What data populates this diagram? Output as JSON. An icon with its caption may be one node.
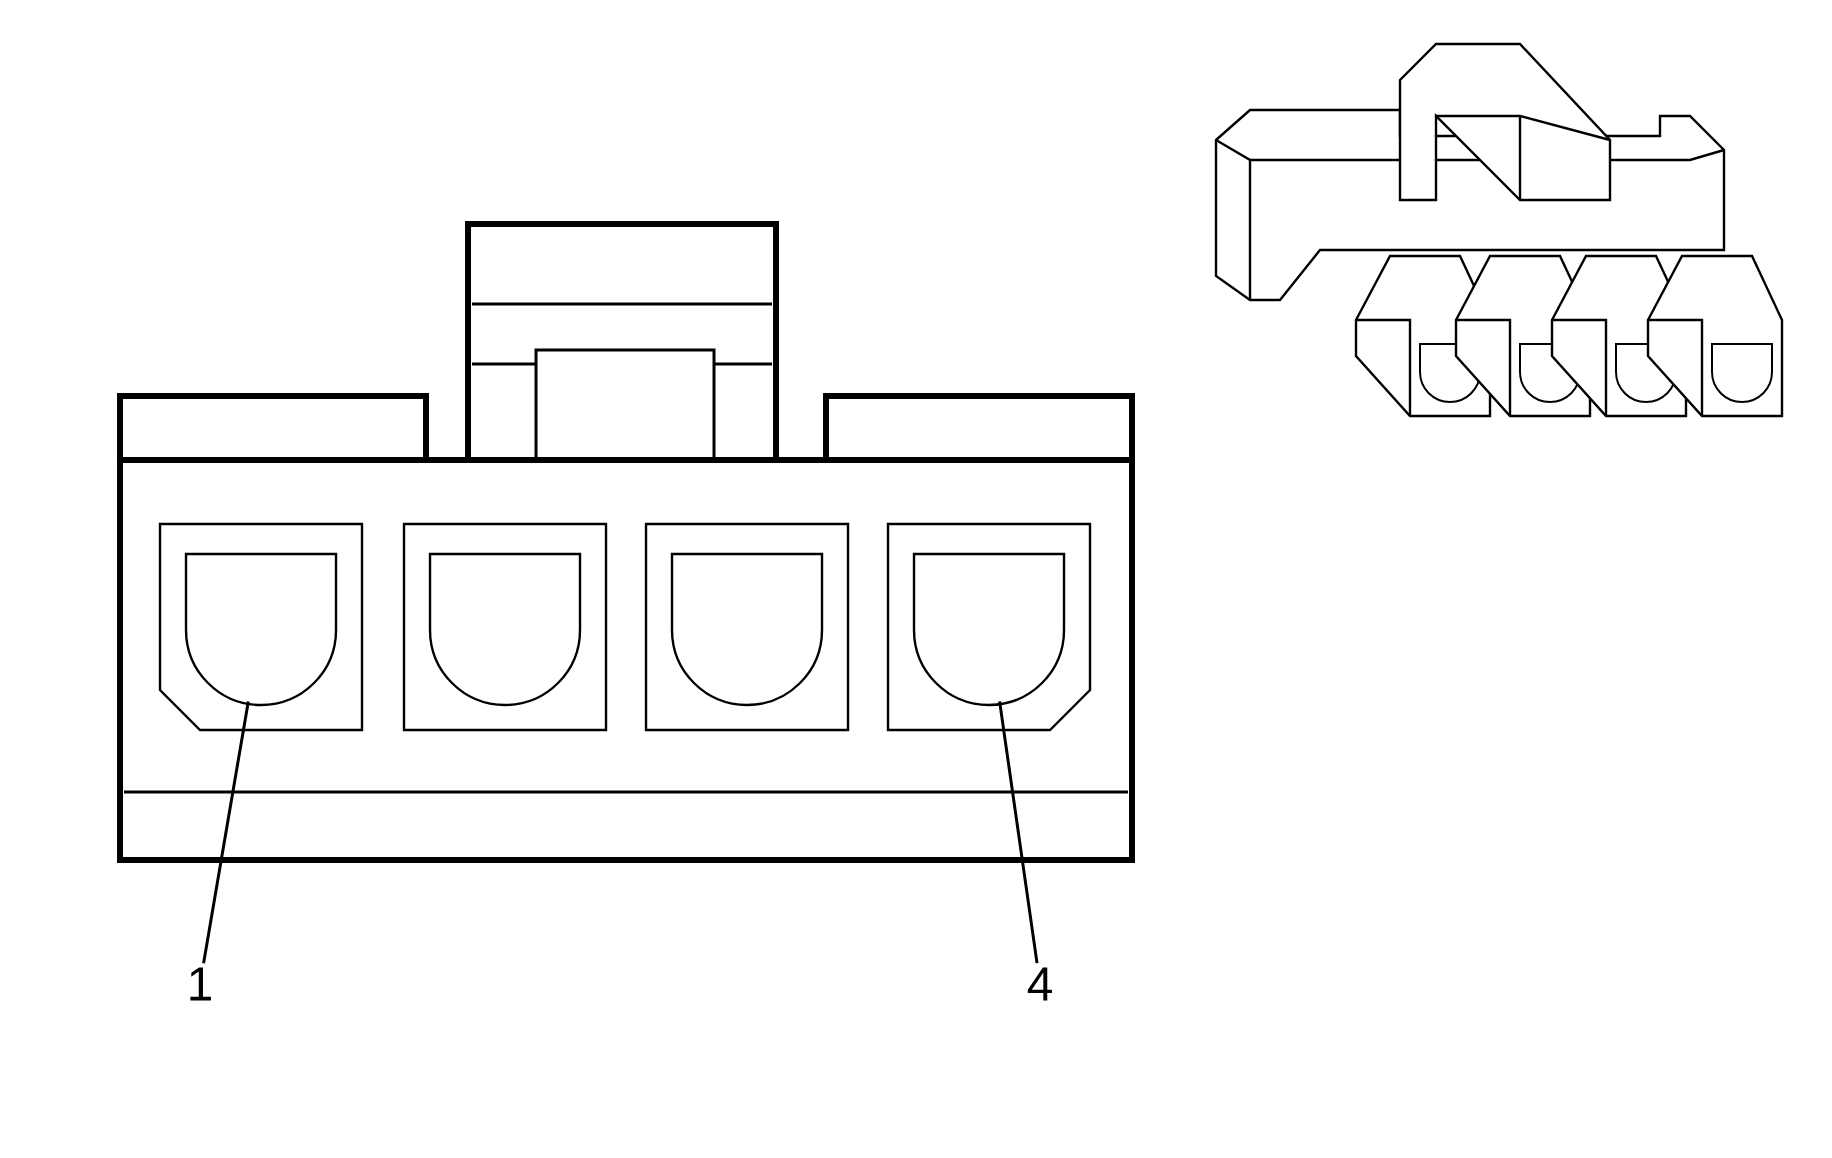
{
  "diagram": {
    "nodes": [
      {
        "text": [
          "1"
        ]
      },
      {
        "text": [
          "4"
        ]
      },
      {
        "text": [],
        "shape": "box"
      },
      {
        "text": [],
        "shape": "box"
      }
    ],
    "edges": [
      {
        "from": 0,
        "to": 2,
        "arrow": "none"
      },
      {
        "from": 1,
        "to": 3,
        "arrow": "none"
      }
    ]
  }
}
